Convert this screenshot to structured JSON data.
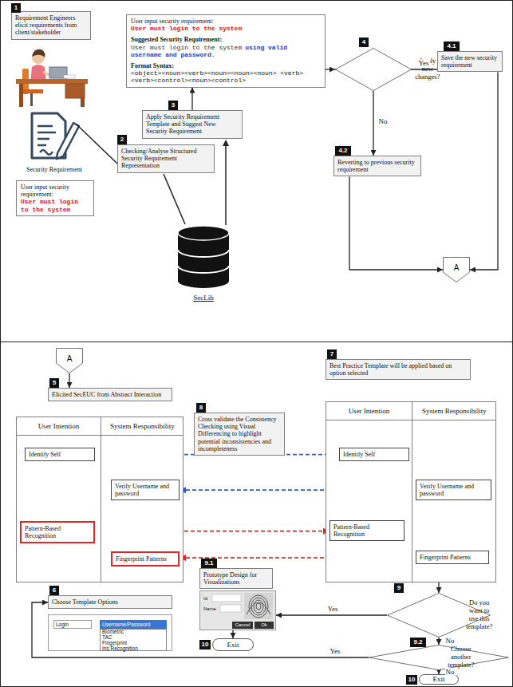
{
  "diagram": {
    "nodes": [
      {
        "text": [
          "Requirement Engineers elicit requirements from client/stakeholder"
        ]
      },
      {
        "text": [
          "User input security requirement:",
          "User must login to the system"
        ]
      },
      {
        "text": [
          "Checking/Analyse Structured Security Requirement Representation"
        ]
      },
      {
        "text": [
          "Apply Security Requirement Template and Suggest New Security Requirement"
        ]
      },
      {
        "text": [
          "User input security requirement:",
          "User must login to the system",
          "Suggested Security Requirement:",
          "User must login to the system",
          "using valid username and password.",
          "Format Syntax:",
          "<object><noun><verb><noun><noun><noun> <verb><verb><control><noun><control>"
        ]
      },
      {
        "text": [
          "Apply new changes?"
        ]
      },
      {
        "text": [
          "Save the new security requirement"
        ]
      },
      {
        "text": [
          "Reverting to previous security requirement"
        ]
      },
      {
        "text": [
          "A"
        ]
      },
      {
        "text": [
          "A"
        ]
      },
      {
        "text": [
          "Elicited SecEUC from Abstract Interaction"
        ]
      },
      {
        "text": [
          "User Intention",
          "System Responsibility"
        ]
      },
      {
        "text": [
          "Identify Self"
        ],
        "in": 11
      },
      {
        "text": [
          "Verify Username and password"
        ],
        "in": 11
      },
      {
        "text": [
          "Pattern-Based Recognition"
        ],
        "in": 11
      },
      {
        "text": [
          "Fingerprint Patterns"
        ],
        "in": 11
      },
      {
        "text": [
          "Cross validate the Consistency Checking using Visual Differencing to highlight potential inconsistencies and incompleteness"
        ]
      },
      {
        "text": [
          "Best Practice Template will be applied based on option selected"
        ]
      },
      {
        "text": [
          "User Intention",
          "System Responsibility"
        ]
      },
      {
        "text": [
          "Identify Self"
        ],
        "in": 18
      },
      {
        "text": [
          "Verify Username and password"
        ],
        "in": 18
      },
      {
        "text": [
          "Pattern-Based Recognition"
        ],
        "in": 18
      },
      {
        "text": [
          "Fingerprint Patterns"
        ],
        "in": 18
      },
      {
        "text": [
          "Choose Template Options"
        ]
      },
      {
        "text": [
          "Login",
          "Username/Password",
          "Biometric",
          "TAC",
          "Fingerprint",
          "Iris Recognition"
        ]
      },
      {
        "text": [
          "Do you want to use this template?"
        ]
      },
      {
        "text": [
          "Prototype Design for Visualizations"
        ]
      },
      {
        "text": [
          "Id",
          "Name",
          "Cancel",
          "Ok"
        ]
      },
      {
        "text": [
          "Exit"
        ]
      },
      {
        "text": [
          "Choose another template?"
        ]
      },
      {
        "text": [
          "Exit"
        ]
      }
    ],
    "edges": [
      {
        "from": 3,
        "to": 4,
        "arrow": "to"
      },
      {
        "from": 4,
        "to": 5,
        "arrow": "to"
      },
      {
        "from": 5,
        "to": 6,
        "label": "Yes",
        "arrow": "to"
      },
      {
        "from": 5,
        "to": 7,
        "label": "No",
        "arrow": "to"
      },
      {
        "from": 7,
        "to": 8,
        "arrow": "to"
      },
      {
        "from": 6,
        "to": 8,
        "arrow": "to"
      },
      {
        "from": 9,
        "to": 10,
        "arrow": "to"
      },
      {
        "from": 12,
        "to": 19,
        "arrow": "both"
      },
      {
        "from": 13,
        "to": 20,
        "arrow": "both"
      },
      {
        "from": 14,
        "to": 21,
        "arrow": "both"
      },
      {
        "from": 15,
        "to": 22,
        "arrow": "both"
      },
      {
        "from": 18,
        "to": 25,
        "arrow": "to"
      },
      {
        "from": 25,
        "to": 27,
        "label": "Yes",
        "arrow": "to"
      },
      {
        "from": 27,
        "to": 28,
        "arrow": "to"
      },
      {
        "from": 25,
        "to": 29,
        "label": "No",
        "arrow": "to"
      },
      {
        "from": 29,
        "to": 23,
        "label": "Yes",
        "arrow": "to"
      },
      {
        "from": 29,
        "to": 30,
        "label": "No",
        "arrow": "to"
      }
    ],
    "labels": [
      "1",
      "Security Requirement",
      "2",
      "3",
      "SecLib",
      "4",
      "4.1",
      "4.2",
      "5",
      "6",
      "7",
      "8",
      "9",
      "9.1",
      "10",
      "9.2",
      "10"
    ]
  }
}
